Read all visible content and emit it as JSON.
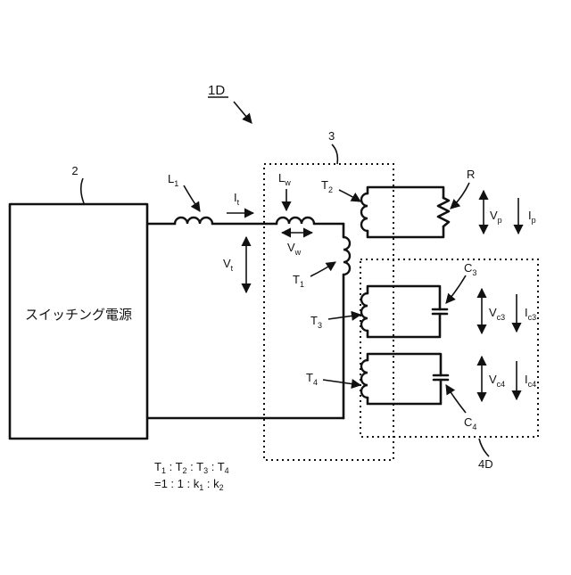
{
  "figure": {
    "id_label": "1D",
    "power_supply_ref": "2",
    "power_supply_text": "スイッチング電源",
    "transformer_ref": "3",
    "capacitor_group_ref": "4D"
  },
  "labels": {
    "L1": {
      "main": "L",
      "sub": "1"
    },
    "It": {
      "main": "I",
      "sub": "t"
    },
    "Lw": {
      "main": "L",
      "sub": "w"
    },
    "Vw": {
      "main": "V",
      "sub": "w"
    },
    "Vt": {
      "main": "V",
      "sub": "t"
    },
    "T1": {
      "main": "T",
      "sub": "1"
    },
    "T2": {
      "main": "T",
      "sub": "2"
    },
    "T3": {
      "main": "T",
      "sub": "3"
    },
    "T4": {
      "main": "T",
      "sub": "4"
    },
    "R": {
      "main": "R"
    },
    "C3": {
      "main": "C",
      "sub": "3"
    },
    "C4": {
      "main": "C",
      "sub": "4"
    },
    "Vp": {
      "main": "V",
      "sub": "p"
    },
    "Ip": {
      "main": "I",
      "sub": "p"
    },
    "Vc3": {
      "main": "V",
      "sub": "c3"
    },
    "Ic3": {
      "main": "I",
      "sub": "c3"
    },
    "Vc4": {
      "main": "V",
      "sub": "c4"
    },
    "Ic4": {
      "main": "I",
      "sub": "c4"
    }
  },
  "ratio": {
    "line1": [
      {
        "t": "T"
      },
      {
        "s": "1"
      },
      {
        "t": " : T"
      },
      {
        "s": "2"
      },
      {
        "t": " : T"
      },
      {
        "s": "3"
      },
      {
        "t": " : T"
      },
      {
        "s": "4"
      }
    ],
    "line2": [
      {
        "t": "=1 : 1 : k"
      },
      {
        "s": "1"
      },
      {
        "t": " : k"
      },
      {
        "s": "2"
      }
    ]
  }
}
